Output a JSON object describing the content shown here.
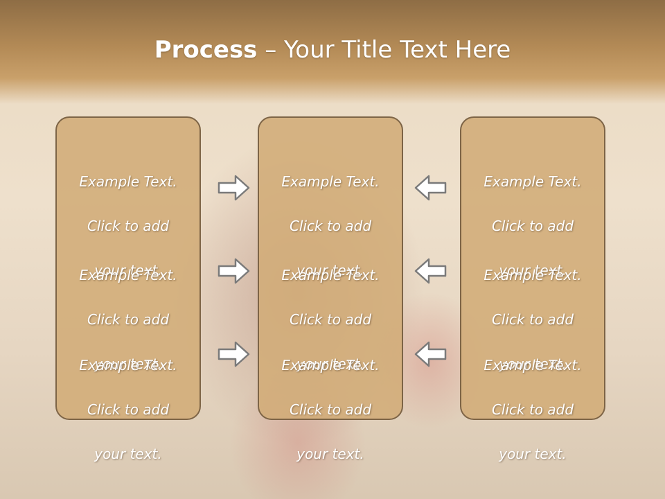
{
  "slide": {
    "title_bold": "Process",
    "title_rest": " – Your Title Text Here"
  },
  "columns": [
    {
      "items": [
        {
          "l1": "Example Text.",
          "l2": "Click  to add",
          "l3": "your text."
        },
        {
          "l1": "Example Text.",
          "l2": "Click  to add",
          "l3": "your text."
        },
        {
          "l1": "Example Text.",
          "l2": "Click  to add",
          "l3": "your text."
        }
      ]
    },
    {
      "items": [
        {
          "l1": "Example Text.",
          "l2": "Click  to add",
          "l3": "your text."
        },
        {
          "l1": "Example Text.",
          "l2": "Click  to add",
          "l3": "your text."
        },
        {
          "l1": "Example Text.",
          "l2": "Click  to add",
          "l3": "your text."
        }
      ]
    },
    {
      "items": [
        {
          "l1": "Example Text.",
          "l2": "Click  to add",
          "l3": "your text."
        },
        {
          "l1": "Example Text.",
          "l2": "Click  to add",
          "l3": "your text."
        },
        {
          "l1": "Example Text.",
          "l2": "Click  to add",
          "l3": "your text."
        }
      ]
    }
  ],
  "arrows": {
    "left_group": "arrow-right-icon",
    "right_group": "arrow-left-icon"
  }
}
